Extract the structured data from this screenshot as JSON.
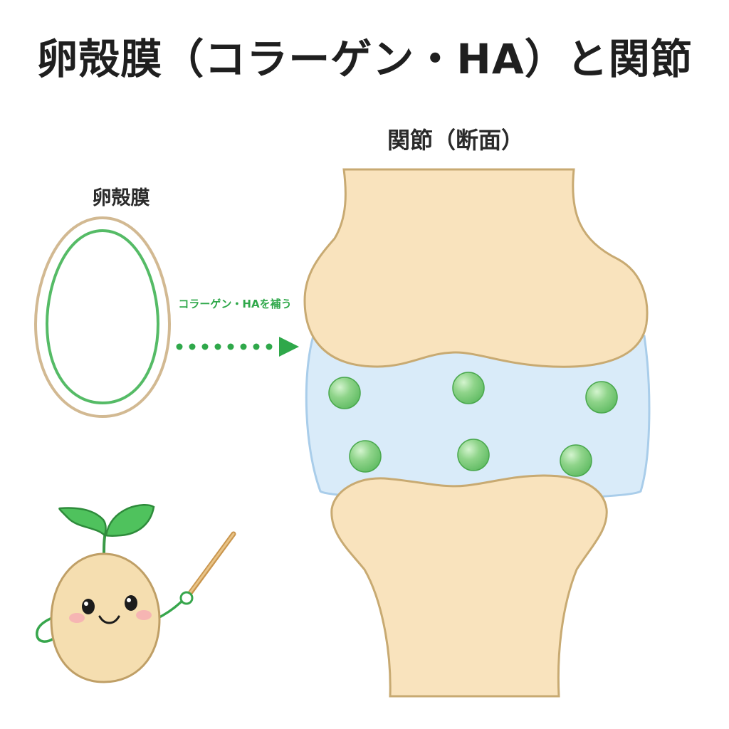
{
  "title": "卵殻膜（コラーゲン・HA）と関節",
  "joint": {
    "label": "関節（断面）",
    "bone_color": "#f9e3bd",
    "bone_outline": "#c8aa72",
    "fluid_color": "#d9ebf9",
    "fluid_outline": "#a9cdea",
    "particle_color": "#8fd48a",
    "particle_outline": "#4aa84d"
  },
  "membrane": {
    "label": "卵殻膜",
    "outer_color": "#d2b992",
    "inner_color": "#55bb66"
  },
  "arrow": {
    "caption": "コラーゲン・HAを補う",
    "color": "#2fa84a"
  },
  "mascot": {
    "body_color": "#f5deb0",
    "leaf_color": "#4fc25d",
    "pointer_color": "#d7a960"
  }
}
